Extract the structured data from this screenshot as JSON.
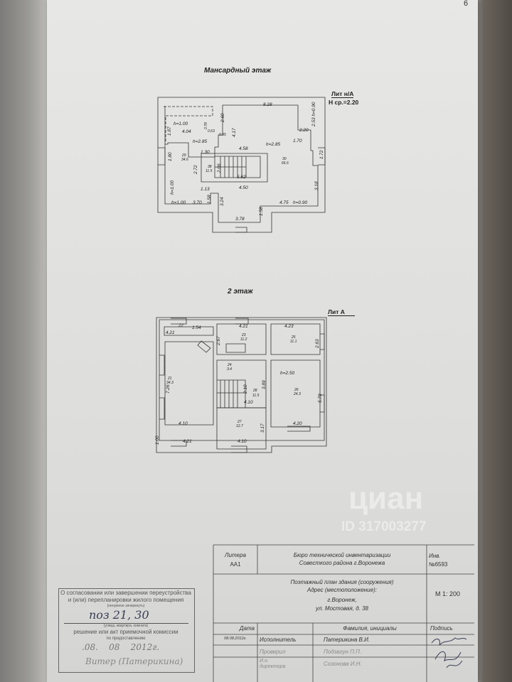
{
  "page_number": "6",
  "attic": {
    "heading": "Мансардный этаж",
    "lit": "Лит н/А",
    "avg_height": "Н ср.=2.20",
    "labels": [
      "8.28",
      "2.60",
      "4.17",
      "0.85",
      "h=1.00",
      "4.04",
      "0.78",
      "0.63",
      "1.87",
      "h=2.85",
      "1.30",
      "29",
      "34.6",
      "1.80",
      "38",
      "11.5",
      "2.72",
      "2.06",
      "4.58",
      "h=2.85",
      "30",
      "66.6",
      "5.62",
      "4.50",
      "1.13",
      "1.58",
      "h=1.00",
      "h=1.00",
      "3.70",
      "3.24",
      "1.58",
      "4.75",
      "h=0.90",
      "3.78",
      "3.18",
      "1.72",
      "2.20",
      "2.53 h=0.90",
      "1.70"
    ]
  },
  "floor2": {
    "heading": "2 этаж",
    "lit": "Лит А",
    "labels": [
      "22",
      "1.54",
      "4.21",
      "4.21",
      "23",
      "11.2",
      "2.67",
      "4.23",
      "25",
      "11.1",
      "2.63",
      "24",
      "3.4",
      "21",
      "34.3",
      "7.26",
      "3.89",
      "2.10",
      "28",
      "11.5",
      "4.10",
      "h=2.50",
      "26",
      "24.3",
      "5.78",
      "4.10",
      "27",
      "12.7",
      "3.17",
      "4.20",
      "1.00",
      "4.21",
      "4.10"
    ]
  },
  "title_block": {
    "litera_label": "Литера",
    "litera_value": "АА1",
    "bureau_line1": "Бюро технической инвентаризации",
    "bureau_line2": "Совесткого района г.Воронежа",
    "inv_label": "Инв.",
    "inv_value": "№6593",
    "plan_title": "Поэтажный план здания (сооружения)",
    "address_label": "Адрес (местоположение):",
    "city": "г.Воронеж,",
    "street": "ул. Мостовая, д. 38",
    "scale": "М 1: 200",
    "col_date": "Дата",
    "col_name": "Фамилия, инициалы",
    "col_sign": "Подпись",
    "rows": [
      {
        "date": "08.08.2012г.",
        "role": "Исполнитель",
        "name": "Патерикина В.И."
      },
      {
        "date": "",
        "role": "Проверил",
        "name": "Подзвгун П.П."
      },
      {
        "date": "",
        "role": "И.о. директора",
        "name": "Созонова И.Н."
      }
    ]
  },
  "stamp": {
    "line1": "О согласовании или завершении переустройства",
    "line2": "и (или) перепланировки жилого помещения",
    "small1": "(ненужное зачеркнуть)",
    "handwritten_pos": "поз 21, 30",
    "small2": "(улица, квартира, комната)",
    "line3": "решение или акт приемочной комиссии",
    "small3": "по предоставлению",
    "handwritten_date": ".08.    08    2012г.",
    "signature": "Витер (Патерикина)"
  },
  "watermark": {
    "brand": "циан",
    "id": "ID 317003277"
  }
}
